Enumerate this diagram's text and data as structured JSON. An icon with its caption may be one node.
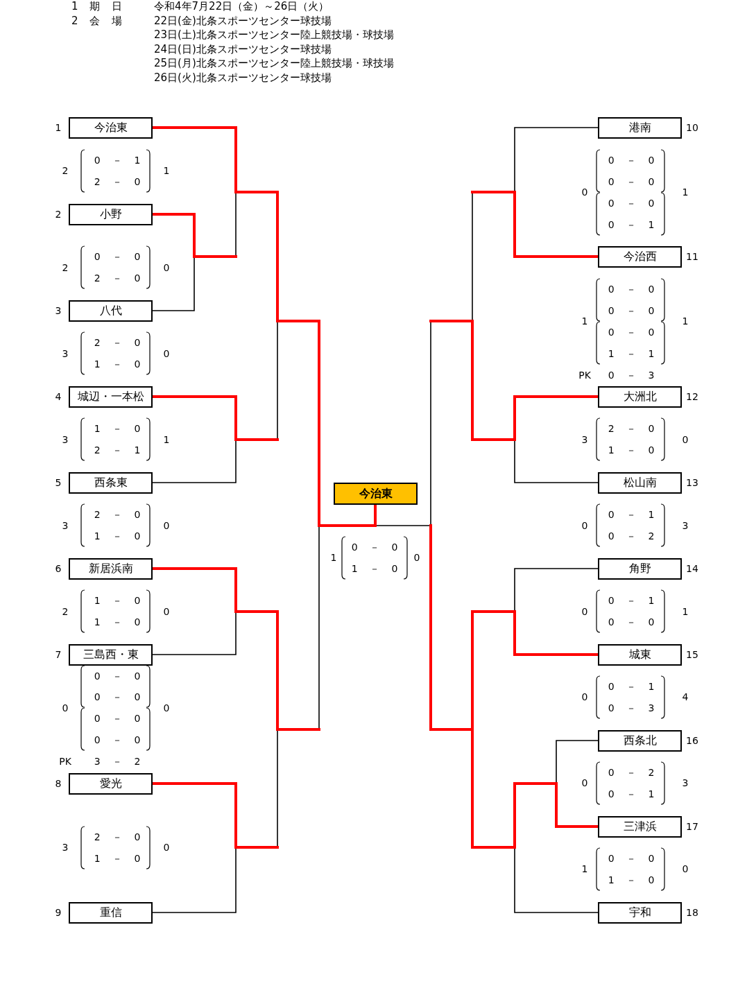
{
  "diagram": {
    "nodes": [
      {
        "text": [
          "今治東"
        ],
        "beside": [
          "1"
        ]
      },
      {
        "text": [
          "小野"
        ],
        "beside": [
          "2"
        ]
      },
      {
        "text": [
          "八代"
        ],
        "beside": [
          "3"
        ]
      },
      {
        "text": [
          "城辺・一本松"
        ],
        "beside": [
          "4"
        ]
      },
      {
        "text": [
          "西条東"
        ],
        "beside": [
          "5"
        ]
      },
      {
        "text": [
          "新居浜南"
        ],
        "beside": [
          "6"
        ]
      },
      {
        "text": [
          "三島西・東"
        ],
        "beside": [
          "7"
        ]
      },
      {
        "text": [
          "愛光"
        ],
        "beside": [
          "8"
        ]
      },
      {
        "text": [
          "重信"
        ],
        "beside": [
          "9"
        ]
      },
      {
        "text": [
          "今治東"
        ]
      },
      {
        "text": [
          "港南"
        ],
        "beside": [
          "10"
        ]
      },
      {
        "text": [
          "今治西"
        ],
        "beside": [
          "11"
        ]
      },
      {
        "text": [
          "大洲北"
        ],
        "beside": [
          "12"
        ]
      },
      {
        "text": [
          "松山南"
        ],
        "beside": [
          "13"
        ]
      },
      {
        "text": [
          "角野"
        ],
        "beside": [
          "14"
        ]
      },
      {
        "text": [
          "城東"
        ],
        "beside": [
          "15"
        ]
      },
      {
        "text": [
          "西条北"
        ],
        "beside": [
          "16"
        ]
      },
      {
        "text": [
          "三津浜"
        ],
        "beside": [
          "17"
        ]
      },
      {
        "text": [
          "宇和"
        ],
        "beside": [
          "18"
        ]
      }
    ],
    "labels": [
      "1 期 日",
      "令和4年7月22日（金）～26日（火）",
      "2 会 場",
      "22日(金)北条スポーツセンター球技場",
      "23日(土)北条スポーツセンター陸上競技場・球技場",
      "24日(日)北条スポーツセンター球技場",
      "25日(月)北条スポーツセンター陸上競技場・球技場",
      "26日(火)北条スポーツセンター球技場",
      "2",
      "0 － 1",
      "2 － 0",
      "1",
      "2",
      "0 － 0",
      "2 － 0",
      "0",
      "3",
      "2 － 0",
      "1 － 0",
      "0",
      "3",
      "1 － 0",
      "2 － 1",
      "1",
      "3",
      "2 － 0",
      "1 － 0",
      "0",
      "2",
      "1 － 0",
      "1 － 0",
      "0",
      "0",
      "0 － 0",
      "0 － 0",
      "0 － 0",
      "0 － 0",
      "0",
      "PK",
      "3 － 2",
      "3",
      "2 － 0",
      "1 － 0",
      "0",
      "1",
      "0 － 0",
      "1 － 0",
      "0",
      "0",
      "0 － 0",
      "0 － 0",
      "0 － 0",
      "0 － 1",
      "1",
      "1",
      "0 － 0",
      "0 － 0",
      "0 － 0",
      "1 － 1",
      "1",
      "PK",
      "0 － 3",
      "3",
      "2 － 0",
      "1 － 0",
      "0",
      "0",
      "0 － 1",
      "0 － 2",
      "3",
      "0",
      "0 － 1",
      "0 － 0",
      "1",
      "0",
      "0 － 1",
      "0 － 3",
      "4",
      "0",
      "0 － 2",
      "0 － 1",
      "3",
      "1",
      "0 － 0",
      "1 － 0",
      "0"
    ]
  }
}
